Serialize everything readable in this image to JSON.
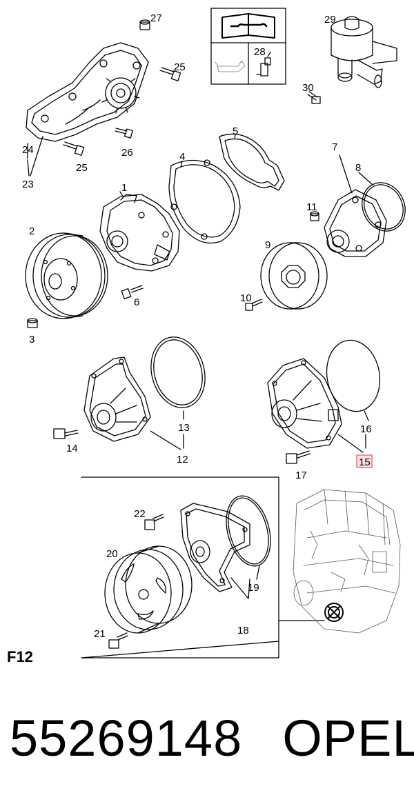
{
  "figure_code": "F12",
  "part_number": "55269148",
  "brand": "OPEL",
  "callouts": {
    "c1": "1",
    "c2": "2",
    "c3": "3",
    "c4": "4",
    "c5": "5",
    "c6": "6",
    "c7": "7",
    "c8": "8",
    "c9": "9",
    "c10": "10",
    "c11": "11",
    "c12": "12",
    "c13": "13",
    "c14": "14",
    "c15": "15",
    "c16": "16",
    "c17": "17",
    "c18": "18",
    "c19": "19",
    "c20": "20",
    "c21": "21",
    "c22": "22",
    "c23": "23",
    "c24": "24",
    "c25a": "25",
    "c25b": "25",
    "c26": "26",
    "c27": "27",
    "c28": "28",
    "c29": "29",
    "c30": "30"
  },
  "highlighted_callout": "15",
  "colors": {
    "line": "#000000",
    "highlight_fill": "#ffe0e3",
    "highlight_stroke": "#d9334d"
  }
}
